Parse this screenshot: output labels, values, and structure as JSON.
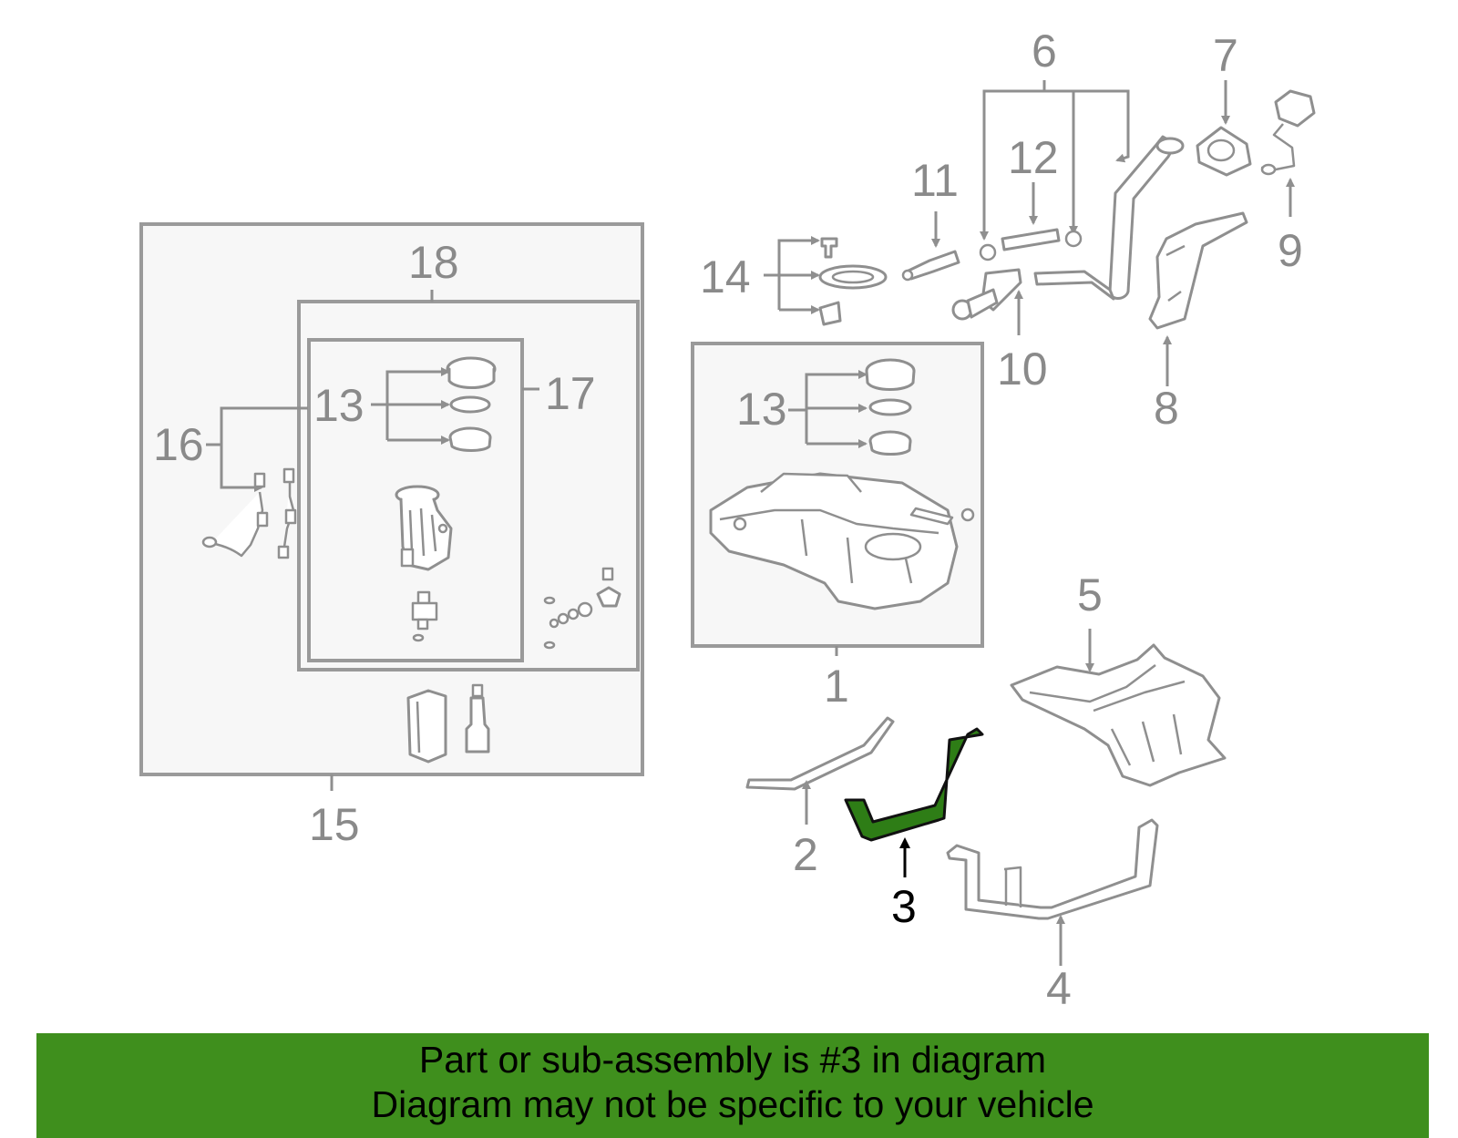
{
  "diagram": {
    "callouts": {
      "c1": "1",
      "c2": "2",
      "c3": "3",
      "c4": "4",
      "c5": "5",
      "c6": "6",
      "c7": "7",
      "c8": "8",
      "c9": "9",
      "c10": "10",
      "c11": "11",
      "c12": "12",
      "c13a": "13",
      "c13b": "13",
      "c14": "14",
      "c15": "15",
      "c16": "16",
      "c17": "17",
      "c18": "18"
    },
    "highlighted_part": "3",
    "colors": {
      "highlight": "#2e7d16",
      "banner": "#3f8f1d",
      "lines": "#8f8f8f"
    }
  },
  "banner": {
    "line1": "Part or sub-assembly is #3 in diagram",
    "line2": "Diagram may not be specific to your vehicle"
  }
}
